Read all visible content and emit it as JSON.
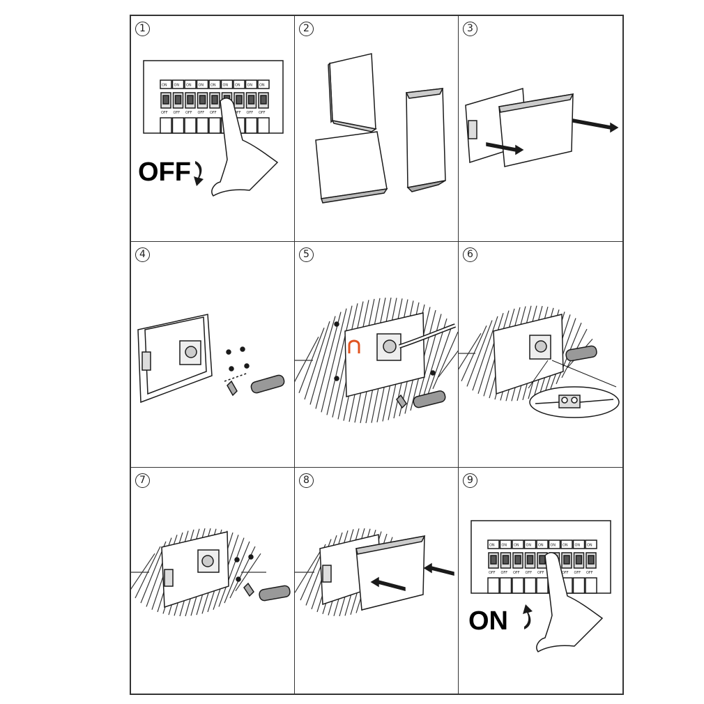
{
  "steps": [
    {
      "number": "1",
      "label": "OFF"
    },
    {
      "number": "2"
    },
    {
      "number": "3"
    },
    {
      "number": "4"
    },
    {
      "number": "5"
    },
    {
      "number": "6"
    },
    {
      "number": "7"
    },
    {
      "number": "8"
    },
    {
      "number": "9",
      "label": "ON"
    }
  ],
  "breaker": {
    "on_text": "ON",
    "off_text": "OFF"
  },
  "colors": {
    "line": "#1a1a1a",
    "highlight": "#e0531f",
    "hatch": "#333333"
  },
  "icons": [
    "hand-icon",
    "arrow-down-icon",
    "arrow-up-icon",
    "screwdriver-icon",
    "wall-plug-icon",
    "screw-icon",
    "terminal-block-icon"
  ]
}
